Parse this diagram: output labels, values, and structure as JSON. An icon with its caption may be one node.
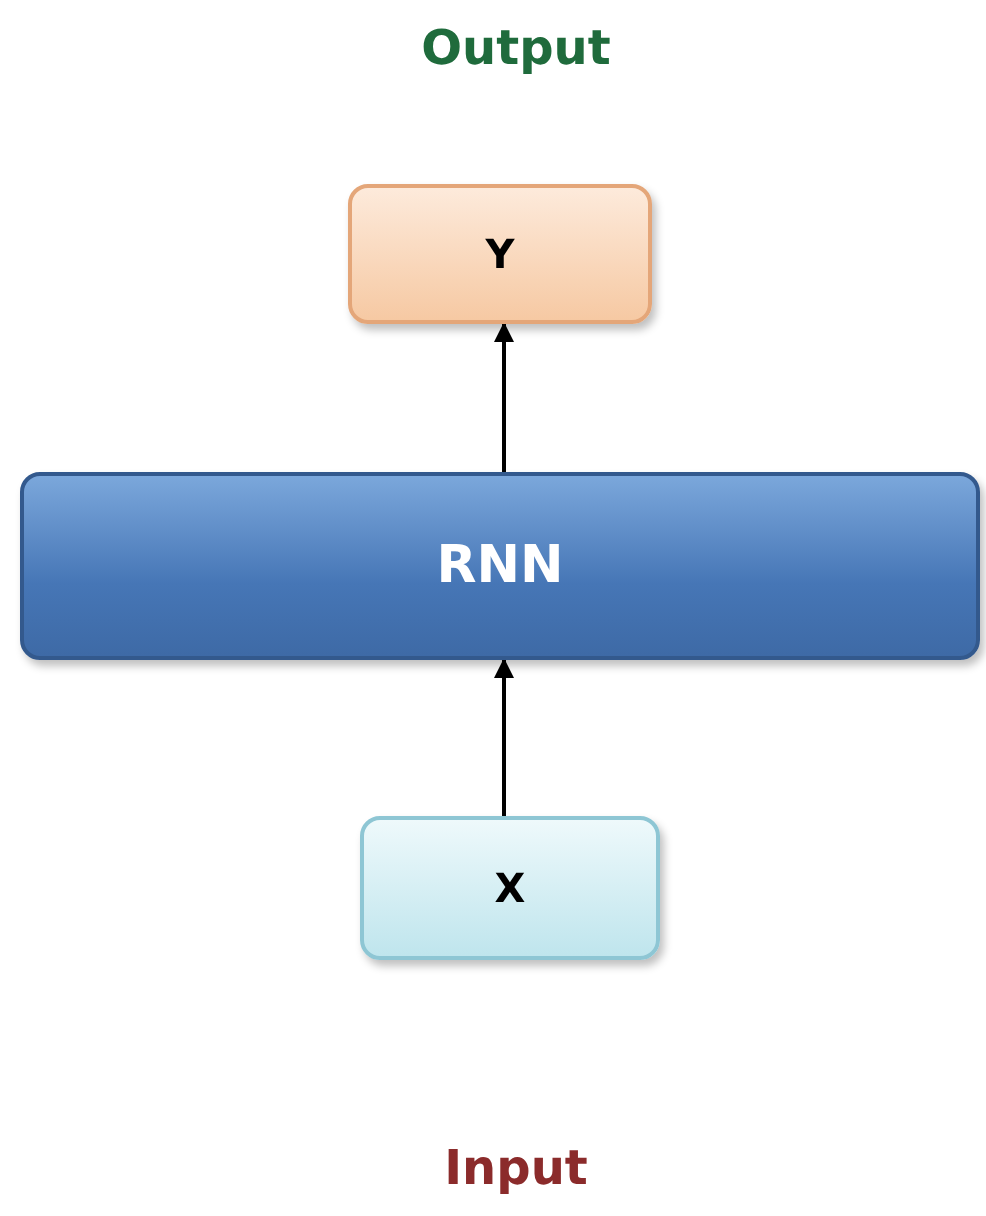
{
  "diagram": {
    "nodes": [
      {
        "text": [
          "Y"
        ]
      },
      {
        "text": [
          "RNN"
        ]
      },
      {
        "text": [
          "X"
        ]
      }
    ],
    "edges": [
      {
        "from": 2,
        "to": 1,
        "arrow": "to"
      },
      {
        "from": 1,
        "to": 0,
        "arrow": "to"
      }
    ],
    "labels": [
      "Output",
      "Input"
    ]
  }
}
